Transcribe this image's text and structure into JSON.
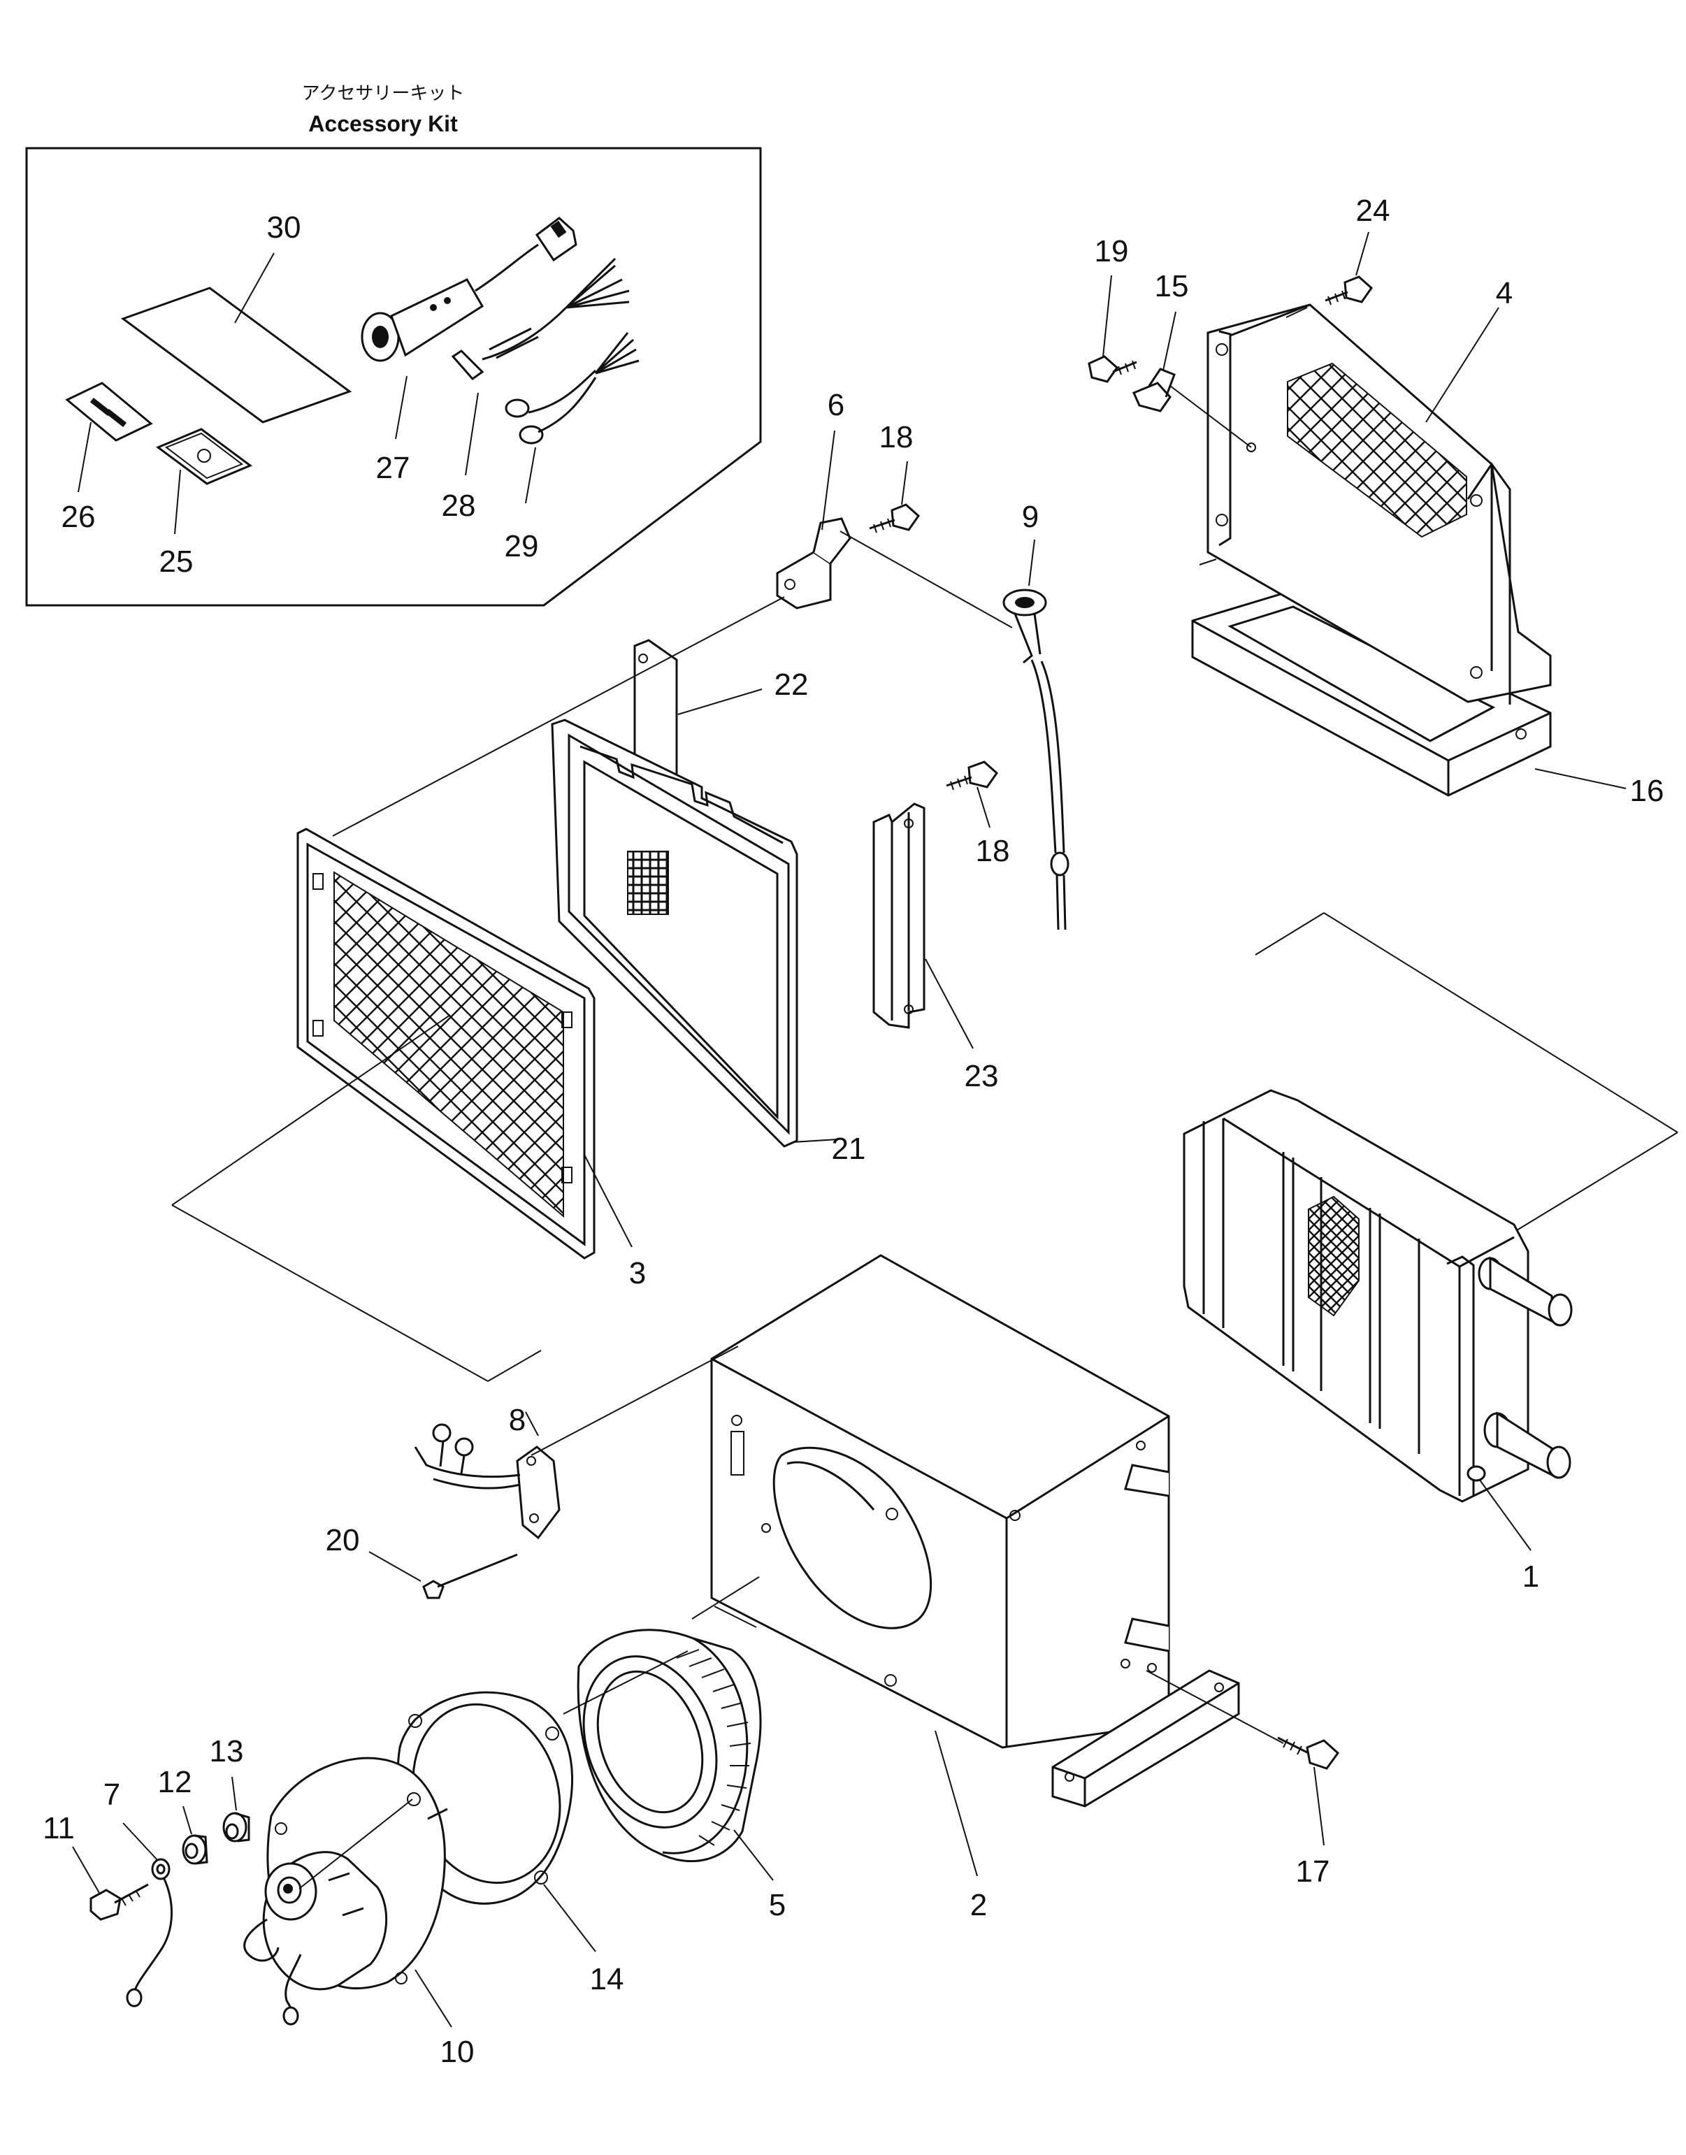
{
  "kit": {
    "title_jp": "アクセサリーキット",
    "title_en": "Accessory Kit"
  },
  "callouts": {
    "c1": "1",
    "c2": "2",
    "c3": "3",
    "c4": "4",
    "c5": "5",
    "c6": "6",
    "c7": "7",
    "c8": "8",
    "c9": "9",
    "c10": "10",
    "c11": "11",
    "c12": "12",
    "c13": "13",
    "c14": "14",
    "c15": "15",
    "c16": "16",
    "c17": "17",
    "c18a": "18",
    "c18b": "18",
    "c19": "19",
    "c20": "20",
    "c21": "21",
    "c22": "22",
    "c23": "23",
    "c24": "24",
    "c25": "25",
    "c26": "26",
    "c27": "27",
    "c28": "28",
    "c29": "29",
    "c30": "30"
  }
}
